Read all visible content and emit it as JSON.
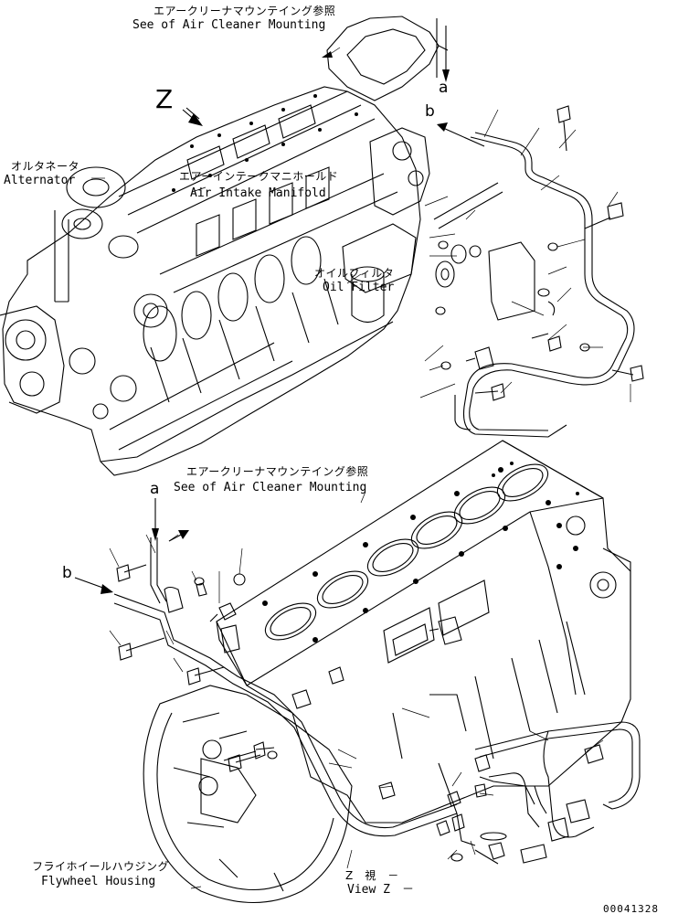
{
  "labels": {
    "air_cleaner_top_jp": "エアークリーナマウンテイング参照",
    "air_cleaner_top_en": "See of Air Cleaner Mounting",
    "alternator_jp": "オルタネータ",
    "alternator_en": "Alternator",
    "intake_jp": "エアーインテークマニホールド",
    "intake_en": "Air Intake Manifold",
    "oil_filter_jp": "オイルフィルタ",
    "oil_filter_en": "Oil Filter",
    "air_cleaner_bottom_jp": "エアークリーナマウンテイング参照",
    "air_cleaner_bottom_en": "See of Air Cleaner Mounting",
    "flywheel_jp": "フライホイールハウジング",
    "flywheel_en": "Flywheel Housing",
    "view_jp": "Z　視　－",
    "view_en": "View Z　－"
  },
  "refs": {
    "z": "Z",
    "a_top": "a",
    "b_top": "b",
    "a_bottom": "a",
    "b_bottom": "b"
  },
  "drawing_number": "00041328"
}
